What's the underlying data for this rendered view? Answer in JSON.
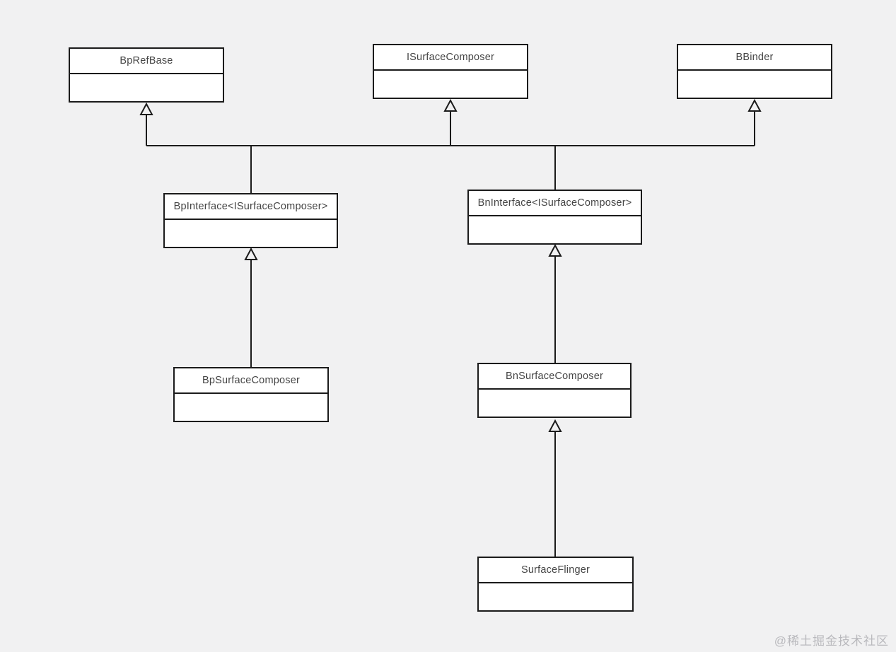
{
  "diagram": {
    "type": "uml-class-diagram",
    "nodes": [
      {
        "id": "bprefbase",
        "label": "BpRefBase"
      },
      {
        "id": "isurfacecomposer",
        "label": "ISurfaceComposer"
      },
      {
        "id": "bbinder",
        "label": "BBinder"
      },
      {
        "id": "bpinterface",
        "label": "BpInterface<ISurfaceComposer>"
      },
      {
        "id": "bninterface",
        "label": "BnInterface<ISurfaceComposer>"
      },
      {
        "id": "bpsurfacecomposer",
        "label": "BpSurfaceComposer"
      },
      {
        "id": "bnsurfacecomposer",
        "label": "BnSurfaceComposer"
      },
      {
        "id": "surfaceflinger",
        "label": "SurfaceFlinger"
      }
    ],
    "edges": [
      {
        "from": "BpInterface<ISurfaceComposer>",
        "to": "BpRefBase",
        "relation": "generalization"
      },
      {
        "from": "BpInterface<ISurfaceComposer>",
        "to": "ISurfaceComposer",
        "relation": "generalization"
      },
      {
        "from": "BnInterface<ISurfaceComposer>",
        "to": "ISurfaceComposer",
        "relation": "generalization"
      },
      {
        "from": "BnInterface<ISurfaceComposer>",
        "to": "BBinder",
        "relation": "generalization"
      },
      {
        "from": "BpSurfaceComposer",
        "to": "BpInterface<ISurfaceComposer>",
        "relation": "generalization"
      },
      {
        "from": "BnSurfaceComposer",
        "to": "BnInterface<ISurfaceComposer>",
        "relation": "generalization"
      },
      {
        "from": "SurfaceFlinger",
        "to": "BnSurfaceComposer",
        "relation": "generalization"
      }
    ],
    "arrow_style": "hollow-triangle-shared-bus",
    "colors": {
      "background": "#f1f1f2",
      "box_fill": "#ffffff",
      "line": "#1b1b1b",
      "text": "#454545",
      "watermark": "#b9b9bd"
    }
  },
  "watermark": {
    "text": "@稀土掘金技术社区"
  }
}
